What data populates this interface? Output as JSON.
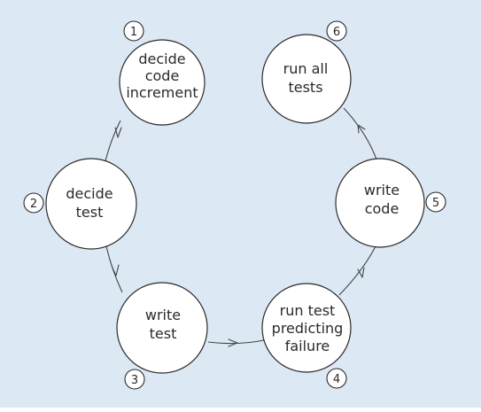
{
  "diagram": {
    "background": "#dde8f5",
    "steps": [
      {
        "number": "1",
        "lines": [
          "decide",
          "code",
          "increment"
        ]
      },
      {
        "number": "2",
        "lines": [
          "decide",
          "test"
        ]
      },
      {
        "number": "3",
        "lines": [
          "write",
          "test"
        ]
      },
      {
        "number": "4",
        "lines": [
          "run test",
          "predicting",
          "failure"
        ]
      },
      {
        "number": "5",
        "lines": [
          "write",
          "code"
        ]
      },
      {
        "number": "6",
        "lines": [
          "run all",
          "tests"
        ]
      }
    ]
  }
}
